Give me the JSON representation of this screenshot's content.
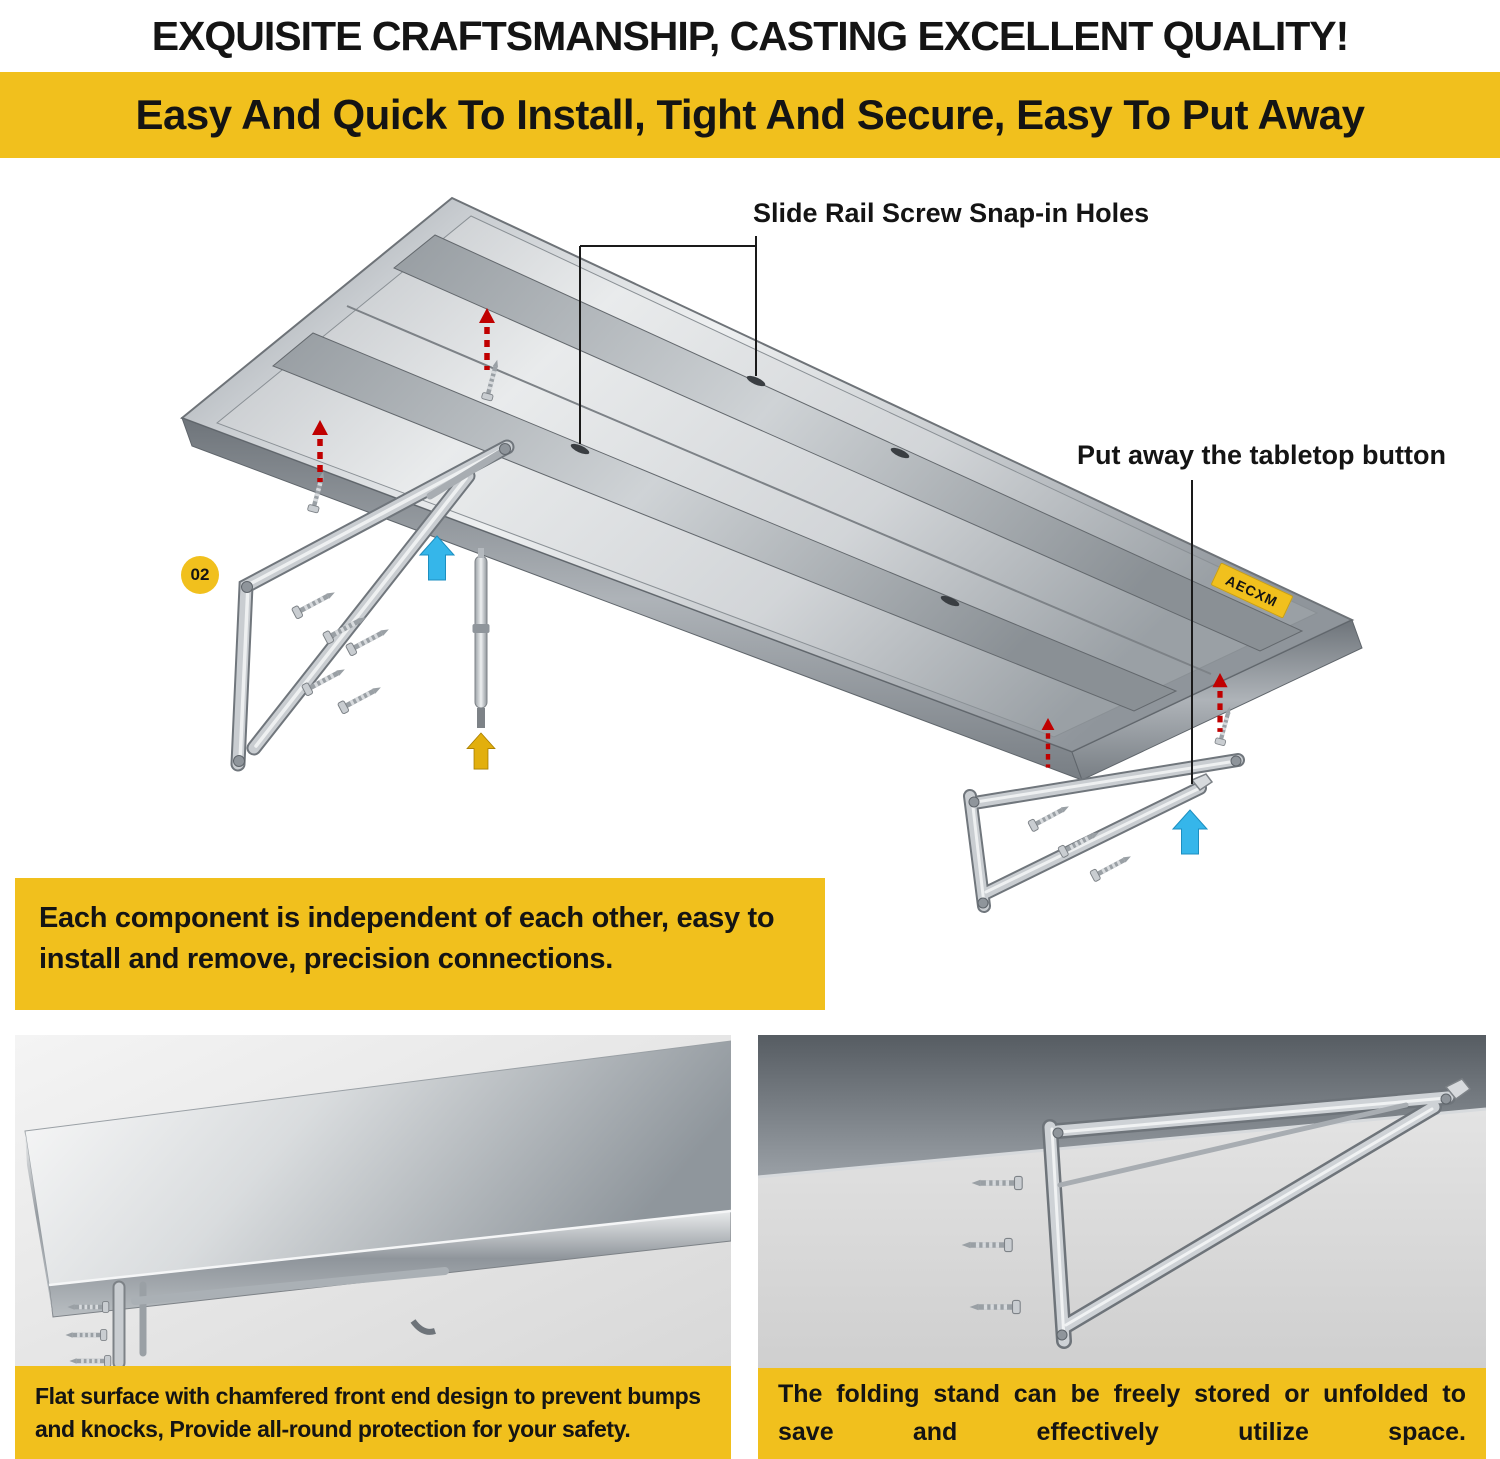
{
  "header": {
    "title": "EXQUISITE CRAFTSMANSHIP, CASTING EXCELLENT QUALITY!",
    "banner": "Easy And Quick To Install, Tight And Secure, Easy To Put Away"
  },
  "hero": {
    "callout_slide_rail": "Slide Rail Screw Snap-in Holes",
    "callout_put_away": "Put away the tabletop button",
    "step_badge": "02",
    "brand_label": "AECXM",
    "note": "Each component is independent of each other, easy to\ninstall and remove, precision connections."
  },
  "panels": {
    "left": {
      "caption": "Flat surface with chamfered front end design to prevent bumps\nand knocks, Provide all-round protection for your safety."
    },
    "right": {
      "caption": "The folding stand can be freely stored or unfolded to\nsave and effectively utilize space."
    }
  },
  "colors": {
    "accent_yellow": "#F1C01D",
    "arrow_red": "#C00000",
    "arrow_blue": "#35B6EA",
    "arrow_yellow": "#E2AF0D",
    "text_black": "#141414"
  }
}
